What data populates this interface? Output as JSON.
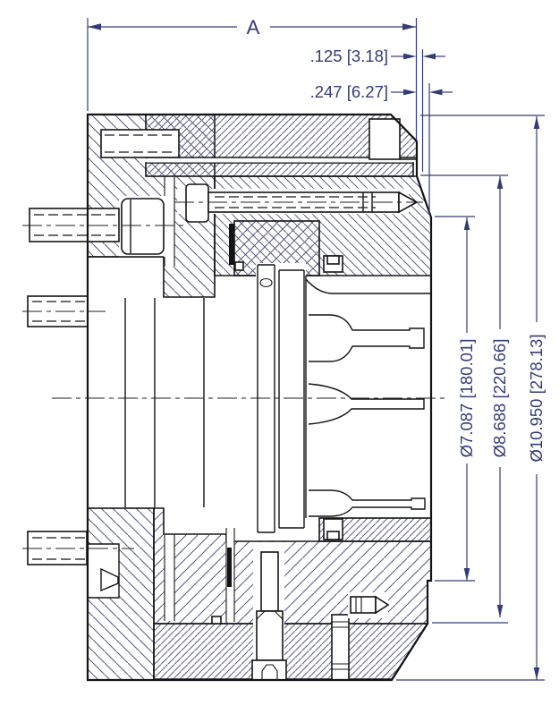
{
  "drawing": {
    "type": "technical-cross-section",
    "view": "chuck-assembly-side-section",
    "dimensions": {
      "width_label": "A",
      "offset_small": ".125 [3.18]",
      "offset_large": ".247 [6.27]",
      "dia_inner": "Ø7.087 [180.01]",
      "dia_middle": "Ø8.688 [220.66]",
      "dia_outer": "Ø10.950 [278.13]"
    },
    "colors": {
      "dimension": "#333b79",
      "outline": "#141414",
      "hatch": "#5b5e85",
      "paper": "#ffffff"
    }
  }
}
